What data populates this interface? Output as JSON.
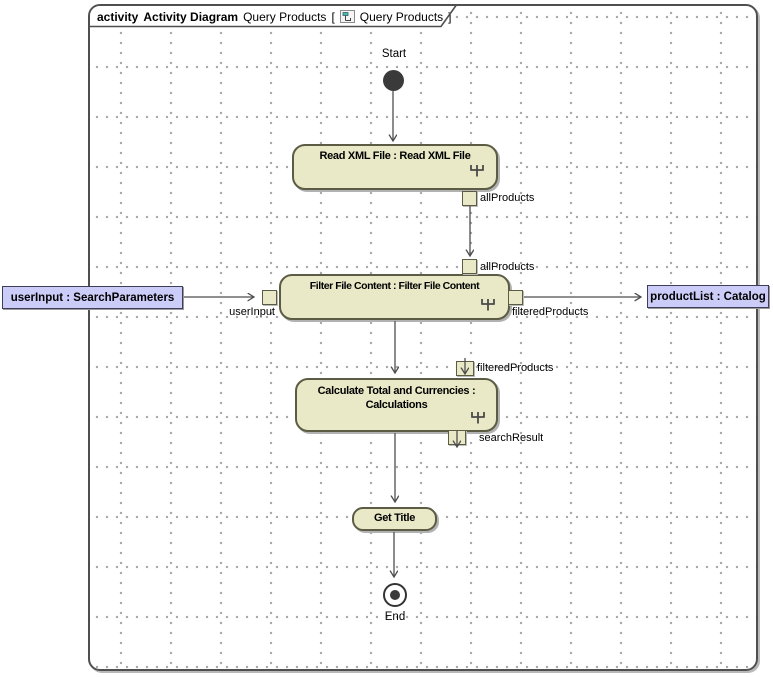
{
  "frame": {
    "keyword": "activity",
    "diagram_type": "Activity Diagram",
    "diagram_name": "Query Products",
    "open_bracket": "[",
    "tab_label": "Query Products",
    "close_bracket": "]"
  },
  "nodes": {
    "start": {
      "label": "Start"
    },
    "read_xml": {
      "label": "Read XML File : Read XML File"
    },
    "filter": {
      "label": "Filter File Content : Filter File Content"
    },
    "calculate": {
      "line1": "Calculate Total and Currencies :",
      "line2": "Calculations"
    },
    "get_title": {
      "label": "Get Title"
    },
    "end": {
      "label": "End"
    }
  },
  "pins": {
    "all_products_out": "allProducts",
    "all_products_in": "allProducts",
    "user_input": "userInput",
    "filtered_products_out": "filteredProducts",
    "filtered_products_in": "filteredProducts",
    "search_result": "searchResult"
  },
  "parameters": {
    "user_input": "userInput : SearchParameters",
    "product_list": "productList : Catalog"
  },
  "icons": {
    "rake": "rake-icon (call behavior)",
    "diagram": "activity-diagram-icon"
  },
  "colors": {
    "activity_fill": "#e9e9c7",
    "activity_border": "#5c5c45",
    "parameter_fill": "#ccccf8",
    "parameter_border": "#3e3e5a",
    "edge": "#4d4d4d",
    "start_end_fill": "#3a3a3a",
    "grid_dot": "#a6a6a6"
  }
}
